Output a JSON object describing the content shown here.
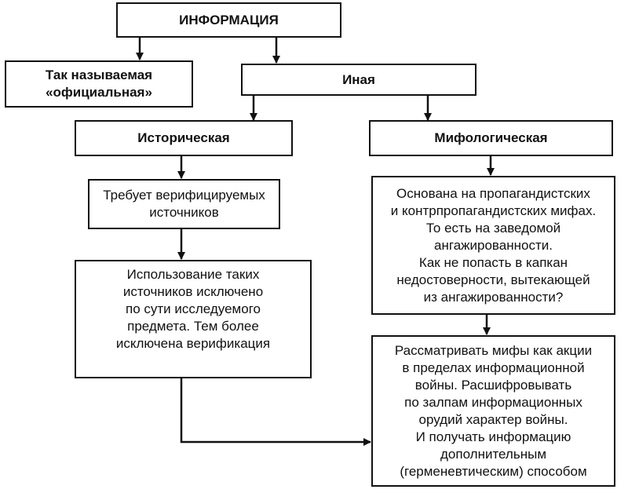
{
  "nodes": {
    "info": "ИНФОРМАЦИЯ",
    "official": "Так называемая\n«официальная»",
    "other": "Иная",
    "historical": "Историческая",
    "mythological": "Мифологическая",
    "requires": "Требует верифицируемых\nисточников",
    "excluded": "Использование таких\nисточников исключено\nпо сути исследуемого\nпредмета. Тем более\nисключена верификация",
    "based": "Основана на пропагандистских\nи контрпропагандистских мифах.\nТо есть на заведомой\nангажированности.\nКак не попасть в капкан\nнедостоверности, вытекающей\nиз ангажированности?",
    "consider": "Рассматривать мифы как акции\nв пределах информационной\nвойны. Расшифровывать\nпо залпам информационных\nорудий характер войны.\nИ получать информацию\nдополнительным\n(герменевтическим) способом"
  }
}
